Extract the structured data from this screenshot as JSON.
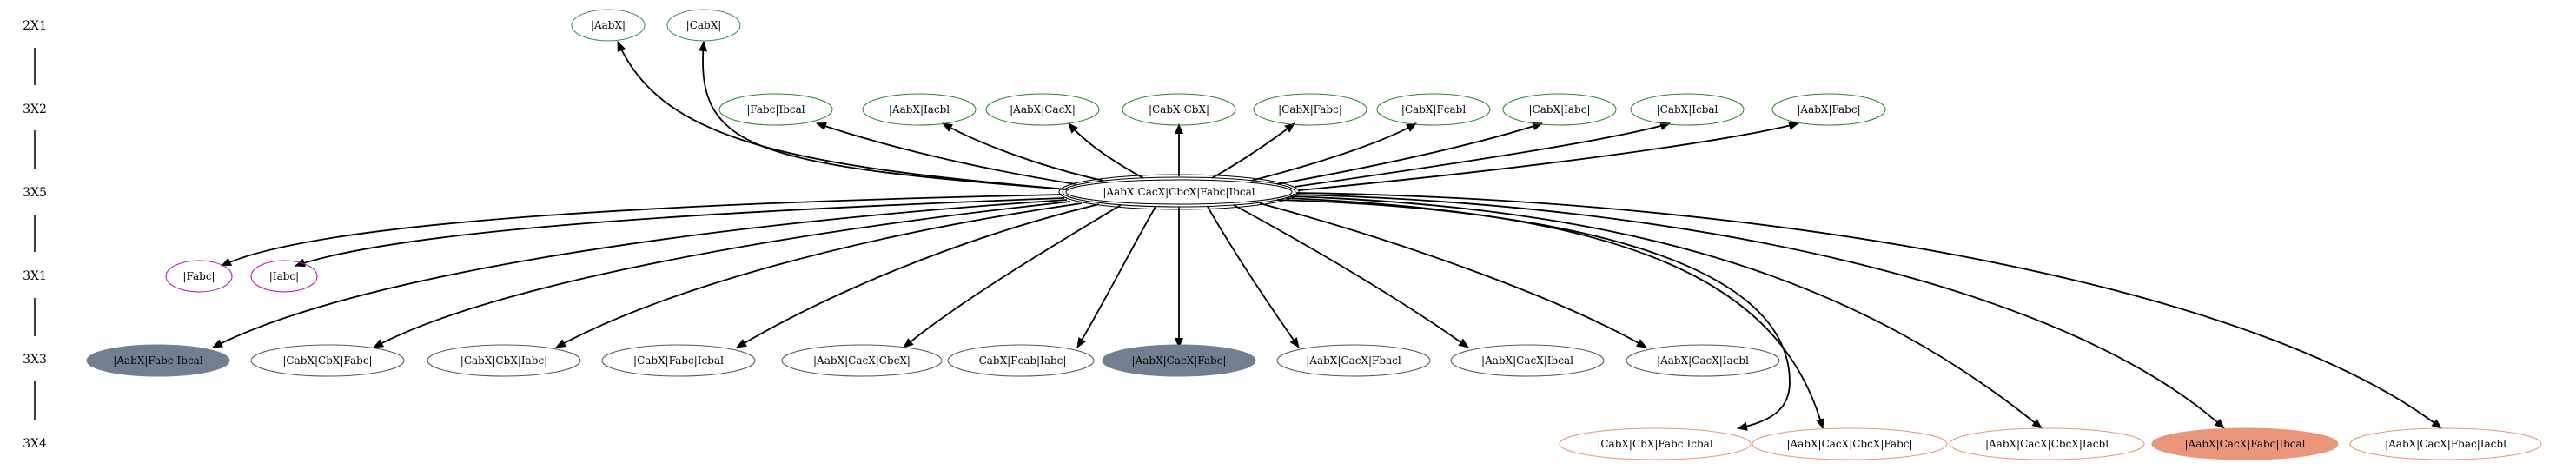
{
  "ranks": [
    {
      "label": "2X1"
    },
    {
      "label": "3X2"
    },
    {
      "label": "3X5"
    },
    {
      "label": "3X1"
    },
    {
      "label": "3X3"
    },
    {
      "label": "3X4"
    }
  ],
  "colors": {
    "edge": "#000000",
    "rank2x1_stroke": "#2e8b57",
    "rank3x2_stroke": "#228b22",
    "rank3x5_stroke": "#000000",
    "rank3x1_stroke": "#c000c0",
    "rank3x3_stroke": "#555555",
    "rank3x3_fill": "#708090",
    "rank3x4_stroke": "#e9967a",
    "rank3x4_fill": "#e9967a"
  },
  "nodes": {
    "aabx": {
      "label": "|AabX|"
    },
    "cabx": {
      "label": "|CabX|"
    },
    "fabc_ibcal": {
      "label": "|Fabc|Ibcal"
    },
    "aabx_iacbi": {
      "label": "|AabX|Iacbl"
    },
    "aabx_cacx": {
      "label": "|AabX|CacX|"
    },
    "cabx_cbx": {
      "label": "|CabX|CbX|"
    },
    "cabx_fabc": {
      "label": "|CabX|Fabc|"
    },
    "cabx_fcabi": {
      "label": "|CabX|Fcabl"
    },
    "cabx_iabc": {
      "label": "|CabX|Iabc|"
    },
    "cabx_icbal": {
      "label": "|CabX|Icbal"
    },
    "aabx_fabc": {
      "label": "|AabX|Fabc|"
    },
    "center": {
      "label": "|AabX|CacX|CbcX|Fabc|Ibcal"
    },
    "fabc": {
      "label": "|Fabc|"
    },
    "iabc": {
      "label": "|Iabc|"
    },
    "aabx_fabc_ibcal": {
      "label": "|AabX|Fabc|Ibcal"
    },
    "cabx_cbx_fabc": {
      "label": "|CabX|CbX|Fabc|"
    },
    "cabx_cbx_iabc": {
      "label": "|CabX|CbX|Iabc|"
    },
    "cabx_fabc_icbal": {
      "label": "|CabX|Fabc|Icbal"
    },
    "aabx_cacx_cbcx": {
      "label": "|AabX|CacX|CbcX|"
    },
    "cabx_fcab_iabc": {
      "label": "|CabX|Fcab|Iabc|"
    },
    "aabx_cacx_fabc": {
      "label": "|AabX|CacX|Fabc|"
    },
    "aabx_cacx_fbacl": {
      "label": "|AabX|CacX|Fbacl"
    },
    "aabx_cacx_ibcal": {
      "label": "|AabX|CacX|Ibcal"
    },
    "aabx_cacx_iacbl": {
      "label": "|AabX|CacX|Iacbl"
    },
    "cabx_cbx_fabc_icbal": {
      "label": "|CabX|CbX|Fabc|Icbal"
    },
    "aabx_cacx_cbcx_fabc": {
      "label": "|AabX|CacX|CbcX|Fabc|"
    },
    "aabx_cacx_cbcx_iacbl": {
      "label": "|AabX|CacX|CbcX|Iacbl"
    },
    "aabx_cacx_fabc_ibcal": {
      "label": "|AabX|CacX|Fabc|Ibcal"
    },
    "aabx_cacx_fbac_iacbl": {
      "label": "|AabX|CacX|Fbac|Iacbl"
    }
  }
}
